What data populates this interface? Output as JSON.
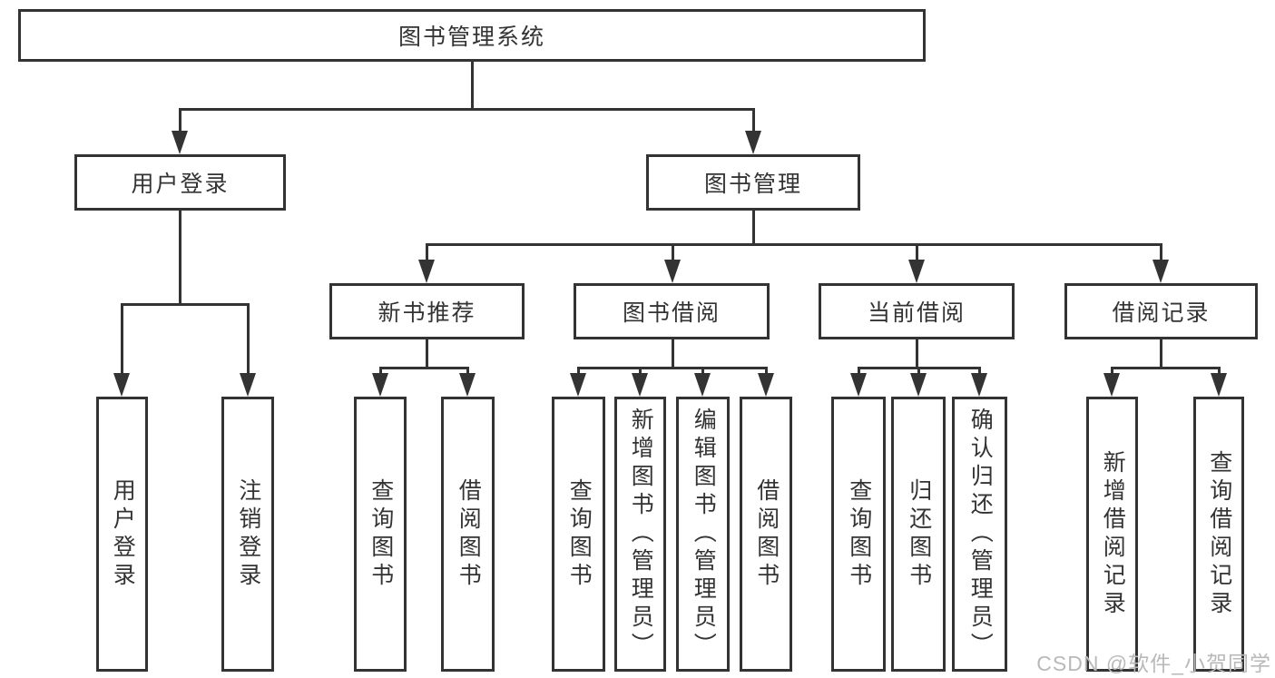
{
  "tree": {
    "label": "图书管理系统",
    "children": [
      {
        "label": "用户登录",
        "children": [
          {
            "label": "用户登录"
          },
          {
            "label": "注销登录"
          }
        ]
      },
      {
        "label": "图书管理",
        "children": [
          {
            "label": "新书推荐",
            "children": [
              {
                "label": "查询图书"
              },
              {
                "label": "借阅图书"
              }
            ]
          },
          {
            "label": "图书借阅",
            "children": [
              {
                "label": "查询图书"
              },
              {
                "label": "新增图书（管理员）"
              },
              {
                "label": "编辑图书（管理员）"
              },
              {
                "label": "借阅图书"
              }
            ]
          },
          {
            "label": "当前借阅",
            "children": [
              {
                "label": "查询图书"
              },
              {
                "label": "归还图书"
              },
              {
                "label": "确认归还（管理员）"
              }
            ]
          },
          {
            "label": "借阅记录",
            "children": [
              {
                "label": "新增借阅记录"
              },
              {
                "label": "查询借阅记录"
              }
            ]
          }
        ]
      }
    ]
  },
  "watermark": {
    "text": "CSDN @软件_小贺同学"
  },
  "colors": {
    "line": "#333333",
    "text": "#333333",
    "watermark": "#b9b9b9",
    "bg": "#ffffff"
  }
}
